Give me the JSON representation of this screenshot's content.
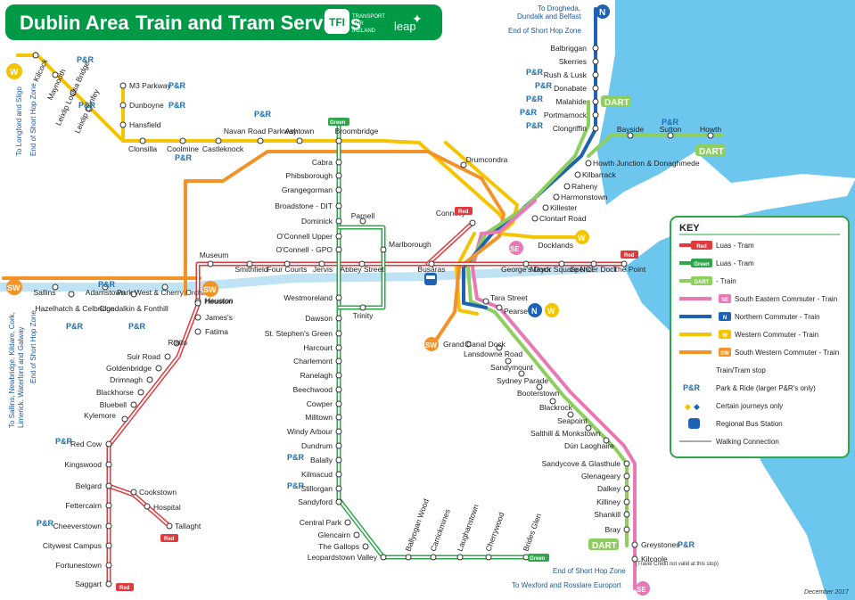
{
  "title": {
    "part1": "Dublin Area",
    "part2": "Train and Tram Services"
  },
  "brand": {
    "tfi": "TFI",
    "tfi_text": [
      "TRANSPORT",
      "FOR",
      "IRELAND"
    ],
    "leap": "leap"
  },
  "colors": {
    "luas_red": "#e03a3e",
    "luas_green": "#2ea64a",
    "dart": "#8ccf5e",
    "se": "#e879b4",
    "northern": "#1f62b3",
    "western": "#f5c400",
    "south_western": "#f39327",
    "sea": "#6dc6ed",
    "header": "#009a47"
  },
  "legend": {
    "title": "KEY",
    "items": [
      {
        "badge": "Red",
        "label": "Luas - Tram"
      },
      {
        "badge": "Green",
        "label": "Luas - Tram"
      },
      {
        "badge": "DART",
        "label": "- Train"
      },
      {
        "badge": "SE",
        "label": "South Eastern Commuter - Train"
      },
      {
        "badge": "N",
        "label": "Northern Commuter - Train"
      },
      {
        "badge": "W",
        "label": "Western Commuter - Train"
      },
      {
        "badge": "SW",
        "label": "South Western Commuter - Train"
      },
      {
        "badge": "",
        "label": "Train/Tram stop"
      },
      {
        "badge": "P&R",
        "label": "Park & Ride (larger P&R's only)"
      },
      {
        "badge": "",
        "label": "Certain journeys only"
      },
      {
        "badge": "",
        "label": "Regional Bus Station"
      },
      {
        "badge": "",
        "label": "Walking Connection"
      }
    ]
  },
  "badges": {
    "red": "Red",
    "green": "Green",
    "dart": "DART",
    "se": "SE",
    "n": "N",
    "w": "W",
    "sw": "SW",
    "pr": "P&R"
  },
  "notes": {
    "drogheda": [
      "To Drogheda,",
      "Dundalk and Belfast"
    ],
    "end_short_hop_n": "End of Short Hop Zone",
    "longford": [
      "To Longford and Sligo",
      "End of Short Hop Zone"
    ],
    "sallins": [
      "To Sallins, Newbridge, Kildare, Cork,",
      "Limerick, Waterford and Galway",
      "End of Short Hop Zone"
    ],
    "end_short_hop_s": "End of Short Hop Zone",
    "wexford": "To Wexford and Rosslare Europort",
    "kilcoole_note": "(Travel Credit not valid at this stop)",
    "date": "December 2017"
  },
  "stations": {
    "northern": [
      "Balbriggan",
      "Skerries",
      "Rush & Lusk",
      "Donabate",
      "Malahide",
      "Portmarnock",
      "Clongriffin"
    ],
    "howth_branch": [
      "Bayside",
      "Sutton",
      "Howth"
    ],
    "dart_north": [
      "Howth Junction & Donaghmede",
      "Kilbarrack",
      "Raheny",
      "Harmonstown",
      "Killester",
      "Clontarf Road"
    ],
    "maynooth": [
      "Kilcock",
      "Maynooth",
      "Leixlip Louisa Bridge",
      "Leixlip Confey",
      "Clonsilla",
      "Coolmine",
      "Castleknock",
      "Navan Road Parkway",
      "Ashtown",
      "Broombridge",
      "Drumcondra"
    ],
    "m3": [
      "M3 Parkway",
      "Dunboyne",
      "Hansfield"
    ],
    "sw_line": [
      "Sallins",
      "Hazelhatch & Celbridge",
      "Adamstown",
      "Clondalkin & Fonthill",
      "Park West & Cherry Orchard",
      "Heuston"
    ],
    "red": [
      "Saggart",
      "Fortunestown",
      "Citywest Campus",
      "Cheeverstown",
      "Fettercairn",
      "Belgard",
      "Cookstown",
      "Hospital",
      "Tallaght",
      "Kingswood",
      "Red Cow",
      "Kylemore",
      "Bluebell",
      "Blackhorse",
      "Drimnagh",
      "Goldenbridge",
      "Suir Road",
      "Rialto",
      "Fatima",
      "James's",
      "Heuston",
      "Museum",
      "Smithfield",
      "Four Courts",
      "Jervis",
      "Abbey Street",
      "Busáras",
      "Connolly",
      "George's Dock",
      "Mayor Square NCI",
      "Spencer Dock",
      "The Point"
    ],
    "green": [
      "Cabra",
      "Phibsborough",
      "Grangegorman",
      "Broadstone - DIT",
      "Dominick",
      "Parnell",
      "O'Connell Upper",
      "O'Connell - GPO",
      "Marlborough",
      "Westmoreland",
      "Trinity",
      "Dawson",
      "St. Stephen's Green",
      "Harcourt",
      "Charlemont",
      "Ranelagh",
      "Beechwood",
      "Cowper",
      "Milltown",
      "Windy Arbour",
      "Dundrum",
      "Balally",
      "Kilmacud",
      "Stillorgan",
      "Sandyford",
      "Central Park",
      "Glencairn",
      "The Gallops",
      "Leopardstown Valley",
      "Ballyogan Wood",
      "Carrickmines",
      "Laughanstown",
      "Cherrywood",
      "Brides Glen"
    ],
    "south": [
      "Docklands",
      "Tara Street",
      "Pearse",
      "Grand Canal Dock",
      "Lansdowne Road",
      "Sandymount",
      "Sydney Parade",
      "Booterstown",
      "Blackrock",
      "Seapoint",
      "Salthill & Monkstown",
      "Dún Laoghaire",
      "Sandycove & Glasthule",
      "Glenageary",
      "Dalkey",
      "Killiney",
      "Shankill",
      "Bray",
      "Greystones",
      "Kilcoole"
    ]
  }
}
